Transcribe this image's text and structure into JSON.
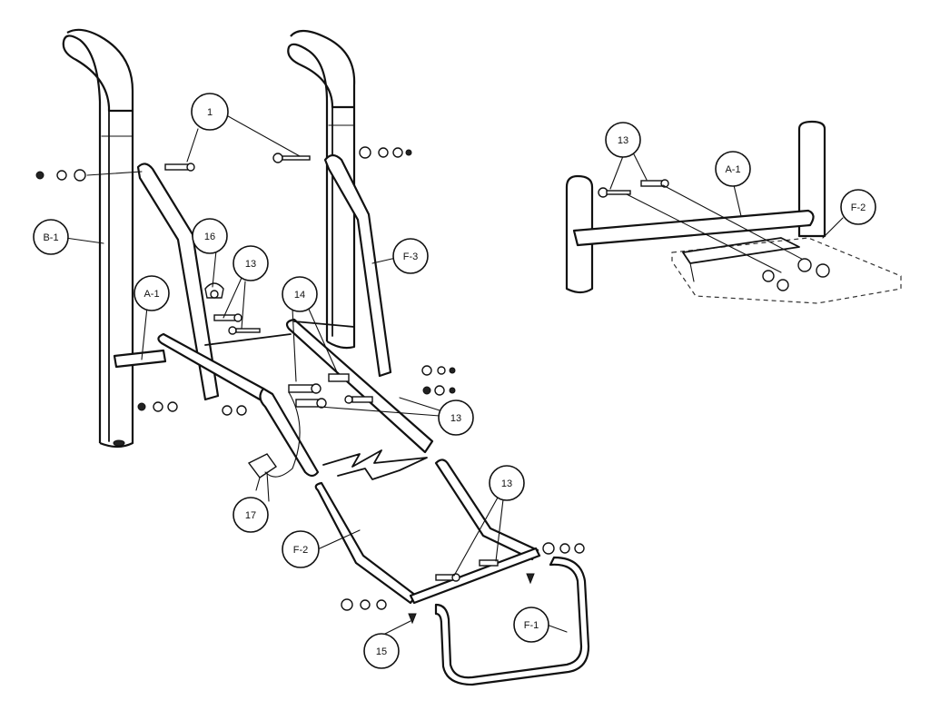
{
  "callouts": {
    "c1": "1",
    "c13a": "13",
    "c13b": "13",
    "c13c": "13",
    "c13d": "13",
    "c14": "14",
    "c15": "15",
    "c16": "16",
    "c17": "17"
  },
  "part_labels": {
    "b1": "B-1",
    "a1": "A-1",
    "f3": "F-3",
    "f2": "F-2",
    "f1": "F-1",
    "a1_detail": "A-1",
    "f2_detail": "F-2"
  }
}
